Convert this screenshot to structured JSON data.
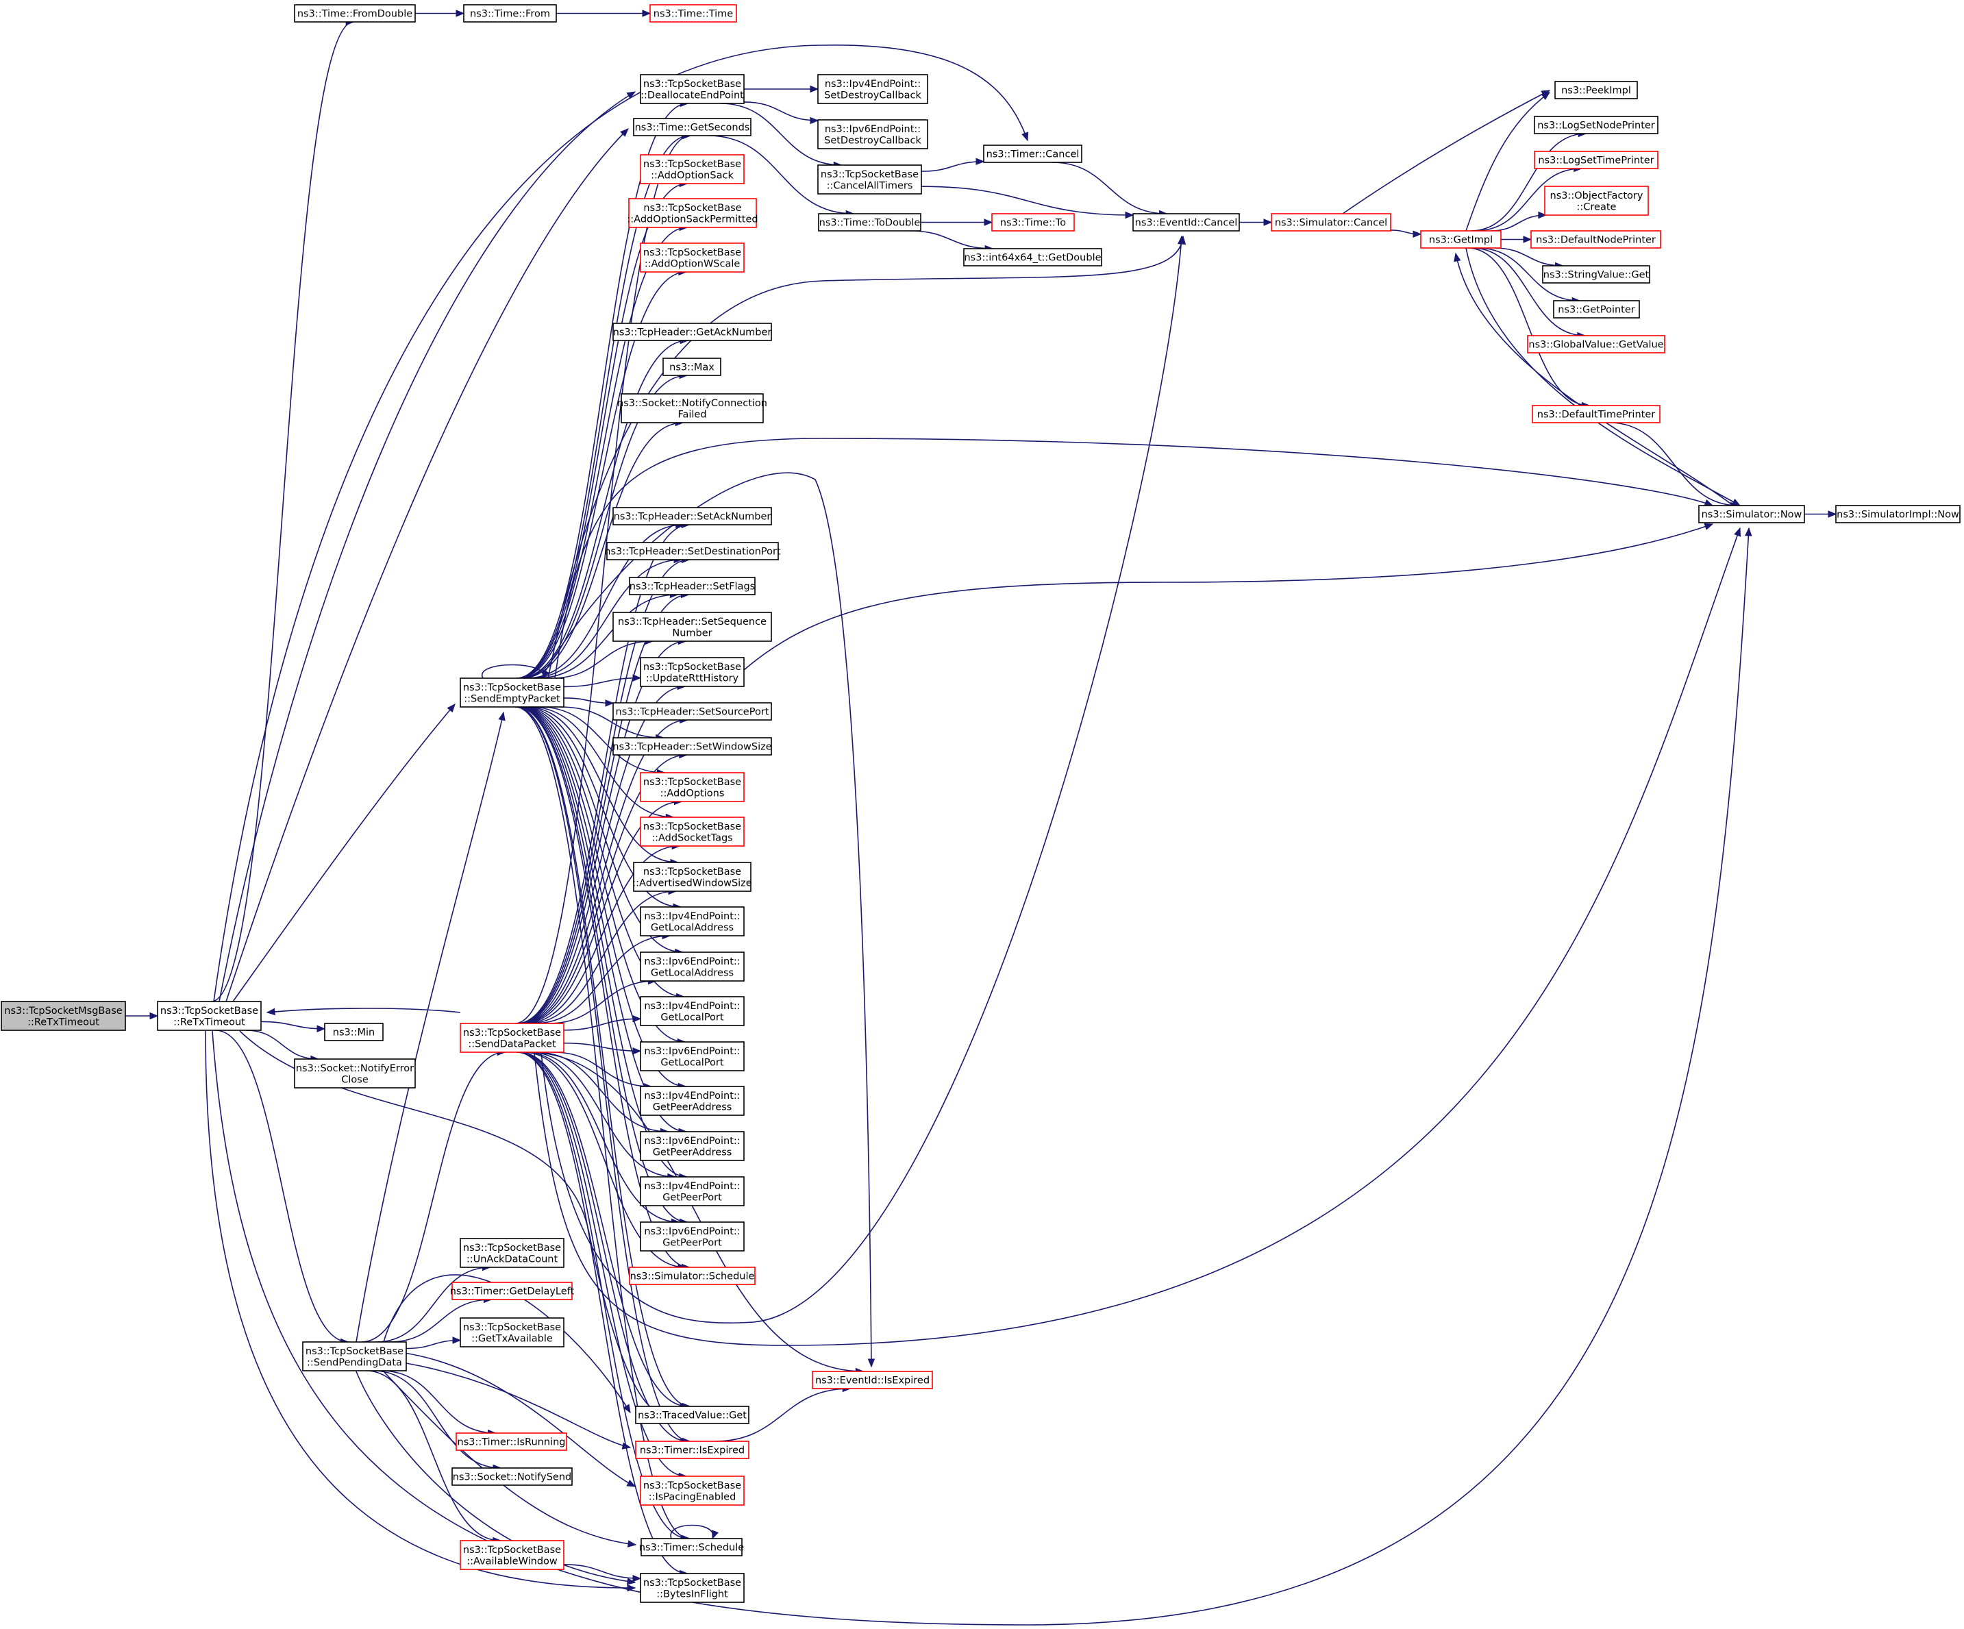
{
  "colors": {
    "edge": "#191970",
    "border_normal": "#000000",
    "border_truncated": "#ff0000",
    "fill_root": "#bfbfbf",
    "fill_normal": "#ffffff"
  },
  "nodes": [
    {
      "id": "root",
      "lines": [
        "ns3::TcpSocketMsgBase",
        "::ReTxTimeout"
      ],
      "style": "root"
    },
    {
      "id": "retx",
      "lines": [
        "ns3::TcpSocketBase",
        "::ReTxTimeout"
      ],
      "style": "normal"
    },
    {
      "id": "fromdouble",
      "lines": [
        "ns3::Time::FromDouble"
      ],
      "style": "normal"
    },
    {
      "id": "from",
      "lines": [
        "ns3::Time::From"
      ],
      "style": "normal"
    },
    {
      "id": "time",
      "lines": [
        "ns3::Time::Time"
      ],
      "style": "truncated"
    },
    {
      "id": "min",
      "lines": [
        "ns3::Min"
      ],
      "style": "normal"
    },
    {
      "id": "notifyerror",
      "lines": [
        "ns3::Socket::NotifyError",
        "Close"
      ],
      "style": "normal"
    },
    {
      "id": "sendempty",
      "lines": [
        "ns3::TcpSocketBase",
        "::SendEmptyPacket"
      ],
      "style": "normal"
    },
    {
      "id": "senddata",
      "lines": [
        "ns3::TcpSocketBase",
        "::SendDataPacket"
      ],
      "style": "truncated"
    },
    {
      "id": "sendpending",
      "lines": [
        "ns3::TcpSocketBase",
        "::SendPendingData"
      ],
      "style": "normal"
    },
    {
      "id": "dealloc",
      "lines": [
        "ns3::TcpSocketBase",
        "::DeallocateEndPoint"
      ],
      "style": "normal"
    },
    {
      "id": "getseconds",
      "lines": [
        "ns3::Time::GetSeconds"
      ],
      "style": "normal"
    },
    {
      "id": "addoptsack",
      "lines": [
        "ns3::TcpSocketBase",
        "::AddOptionSack"
      ],
      "style": "truncated"
    },
    {
      "id": "addoptsackperm",
      "lines": [
        "ns3::TcpSocketBase",
        "::AddOptionSackPermitted"
      ],
      "style": "truncated"
    },
    {
      "id": "addoptwscale",
      "lines": [
        "ns3::TcpSocketBase",
        "::AddOptionWScale"
      ],
      "style": "truncated"
    },
    {
      "id": "getacknum",
      "lines": [
        "ns3::TcpHeader::GetAckNumber"
      ],
      "style": "normal"
    },
    {
      "id": "max",
      "lines": [
        "ns3::Max"
      ],
      "style": "normal"
    },
    {
      "id": "notifyconnfail",
      "lines": [
        "ns3::Socket::NotifyConnection",
        "Failed"
      ],
      "style": "normal"
    },
    {
      "id": "setacknum",
      "lines": [
        "ns3::TcpHeader::SetAckNumber"
      ],
      "style": "normal"
    },
    {
      "id": "setdestport",
      "lines": [
        "ns3::TcpHeader::SetDestinationPort"
      ],
      "style": "normal"
    },
    {
      "id": "setflags",
      "lines": [
        "ns3::TcpHeader::SetFlags"
      ],
      "style": "normal"
    },
    {
      "id": "setseqnum",
      "lines": [
        "ns3::TcpHeader::SetSequence",
        "Number"
      ],
      "style": "normal"
    },
    {
      "id": "updatertt",
      "lines": [
        "ns3::TcpSocketBase",
        "::UpdateRttHistory"
      ],
      "style": "normal"
    },
    {
      "id": "setsrcport",
      "lines": [
        "ns3::TcpHeader::SetSourcePort"
      ],
      "style": "normal"
    },
    {
      "id": "setwinsize",
      "lines": [
        "ns3::TcpHeader::SetWindowSize"
      ],
      "style": "normal"
    },
    {
      "id": "addoptions",
      "lines": [
        "ns3::TcpSocketBase",
        "::AddOptions"
      ],
      "style": "truncated"
    },
    {
      "id": "addsockettags",
      "lines": [
        "ns3::TcpSocketBase",
        "::AddSocketTags"
      ],
      "style": "truncated"
    },
    {
      "id": "advwinsize",
      "lines": [
        "ns3::TcpSocketBase",
        "::AdvertisedWindowSize"
      ],
      "style": "normal"
    },
    {
      "id": "ipv4locaddr",
      "lines": [
        "ns3::Ipv4EndPoint::",
        "GetLocalAddress"
      ],
      "style": "normal"
    },
    {
      "id": "ipv6locaddr",
      "lines": [
        "ns3::Ipv6EndPoint::",
        "GetLocalAddress"
      ],
      "style": "normal"
    },
    {
      "id": "ipv4locport",
      "lines": [
        "ns3::Ipv4EndPoint::",
        "GetLocalPort"
      ],
      "style": "normal"
    },
    {
      "id": "ipv6locport",
      "lines": [
        "ns3::Ipv6EndPoint::",
        "GetLocalPort"
      ],
      "style": "normal"
    },
    {
      "id": "ipv4peeraddr",
      "lines": [
        "ns3::Ipv4EndPoint::",
        "GetPeerAddress"
      ],
      "style": "normal"
    },
    {
      "id": "ipv6peeraddr",
      "lines": [
        "ns3::Ipv6EndPoint::",
        "GetPeerAddress"
      ],
      "style": "normal"
    },
    {
      "id": "ipv4peerport",
      "lines": [
        "ns3::Ipv4EndPoint::",
        "GetPeerPort"
      ],
      "style": "normal"
    },
    {
      "id": "ipv6peerport",
      "lines": [
        "ns3::Ipv6EndPoint::",
        "GetPeerPort"
      ],
      "style": "normal"
    },
    {
      "id": "simschedule",
      "lines": [
        "ns3::Simulator::Schedule"
      ],
      "style": "truncated"
    },
    {
      "id": "unackdata",
      "lines": [
        "ns3::TcpSocketBase",
        "::UnAckDataCount"
      ],
      "style": "normal"
    },
    {
      "id": "getdelayleft",
      "lines": [
        "ns3::Timer::GetDelayLeft"
      ],
      "style": "truncated"
    },
    {
      "id": "gettxavail",
      "lines": [
        "ns3::TcpSocketBase",
        "::GetTxAvailable"
      ],
      "style": "normal"
    },
    {
      "id": "evisexpired",
      "lines": [
        "ns3::EventId::IsExpired"
      ],
      "style": "truncated"
    },
    {
      "id": "tracedget",
      "lines": [
        "ns3::TracedValue::Get"
      ],
      "style": "normal"
    },
    {
      "id": "timerisexpired",
      "lines": [
        "ns3::Timer::IsExpired"
      ],
      "style": "truncated"
    },
    {
      "id": "timerisrunning",
      "lines": [
        "ns3::Timer::IsRunning"
      ],
      "style": "truncated"
    },
    {
      "id": "ispacing",
      "lines": [
        "ns3::TcpSocketBase",
        "::IsPacingEnabled"
      ],
      "style": "truncated"
    },
    {
      "id": "notifysend",
      "lines": [
        "ns3::Socket::NotifySend"
      ],
      "style": "normal"
    },
    {
      "id": "timerschedule",
      "lines": [
        "ns3::Timer::Schedule"
      ],
      "style": "normal"
    },
    {
      "id": "availwin",
      "lines": [
        "ns3::TcpSocketBase",
        "::AvailableWindow"
      ],
      "style": "truncated"
    },
    {
      "id": "bytesinflight",
      "lines": [
        "ns3::TcpSocketBase",
        "::BytesInFlight"
      ],
      "style": "normal"
    },
    {
      "id": "ipv4setdestroy",
      "lines": [
        "ns3::Ipv4EndPoint::",
        "SetDestroyCallback"
      ],
      "style": "normal"
    },
    {
      "id": "ipv6setdestroy",
      "lines": [
        "ns3::Ipv6EndPoint::",
        "SetDestroyCallback"
      ],
      "style": "normal"
    },
    {
      "id": "cancelall",
      "lines": [
        "ns3::TcpSocketBase",
        "::CancelAllTimers"
      ],
      "style": "normal"
    },
    {
      "id": "todouble",
      "lines": [
        "ns3::Time::ToDouble"
      ],
      "style": "normal"
    },
    {
      "id": "timeto",
      "lines": [
        "ns3::Time::To"
      ],
      "style": "truncated"
    },
    {
      "id": "int64getdouble",
      "lines": [
        "ns3::int64x64_t::GetDouble"
      ],
      "style": "normal"
    },
    {
      "id": "timercancel",
      "lines": [
        "ns3::Timer::Cancel"
      ],
      "style": "normal"
    },
    {
      "id": "eventcancel",
      "lines": [
        "ns3::EventId::Cancel"
      ],
      "style": "normal"
    },
    {
      "id": "simcancel",
      "lines": [
        "ns3::Simulator::Cancel"
      ],
      "style": "truncated"
    },
    {
      "id": "getimpl",
      "lines": [
        "ns3::GetImpl"
      ],
      "style": "truncated"
    },
    {
      "id": "peekimpl",
      "lines": [
        "ns3::PeekImpl"
      ],
      "style": "normal"
    },
    {
      "id": "logsetnode",
      "lines": [
        "ns3::LogSetNodePrinter"
      ],
      "style": "normal"
    },
    {
      "id": "logsettime",
      "lines": [
        "ns3::LogSetTimePrinter"
      ],
      "style": "truncated"
    },
    {
      "id": "objfactory",
      "lines": [
        "ns3::ObjectFactory",
        "::Create"
      ],
      "style": "truncated"
    },
    {
      "id": "defnodeprinter",
      "lines": [
        "ns3::DefaultNodePrinter"
      ],
      "style": "truncated"
    },
    {
      "id": "stringvalget",
      "lines": [
        "ns3::StringValue::Get"
      ],
      "style": "normal"
    },
    {
      "id": "getpointer",
      "lines": [
        "ns3::GetPointer"
      ],
      "style": "normal"
    },
    {
      "id": "globalvalget",
      "lines": [
        "ns3::GlobalValue::GetValue"
      ],
      "style": "truncated"
    },
    {
      "id": "deftimeprinter",
      "lines": [
        "ns3::DefaultTimePrinter"
      ],
      "style": "truncated"
    },
    {
      "id": "simnow",
      "lines": [
        "ns3::Simulator::Now"
      ],
      "style": "normal"
    },
    {
      "id": "simimplnow",
      "lines": [
        "ns3::SimulatorImpl::Now"
      ],
      "style": "normal"
    }
  ],
  "edges": [
    [
      "root",
      "retx"
    ],
    [
      "retx",
      "fromdouble"
    ],
    [
      "retx",
      "min"
    ],
    [
      "retx",
      "notifyerror"
    ],
    [
      "retx",
      "sendempty"
    ],
    [
      "retx",
      "sendpending"
    ],
    [
      "retx",
      "dealloc"
    ],
    [
      "retx",
      "getseconds"
    ],
    [
      "retx",
      "timercancel"
    ],
    [
      "retx",
      "simnow"
    ],
    [
      "retx",
      "bytesinflight"
    ],
    [
      "retx",
      "tracedget"
    ],
    [
      "fromdouble",
      "from"
    ],
    [
      "from",
      "time"
    ],
    [
      "sendempty",
      "sendempty"
    ],
    [
      "sendempty",
      "dealloc"
    ],
    [
      "sendempty",
      "getseconds"
    ],
    [
      "sendempty",
      "addoptsack"
    ],
    [
      "sendempty",
      "addoptsackperm"
    ],
    [
      "sendempty",
      "addoptwscale"
    ],
    [
      "sendempty",
      "getacknum"
    ],
    [
      "sendempty",
      "max"
    ],
    [
      "sendempty",
      "notifyconnfail"
    ],
    [
      "sendempty",
      "setacknum"
    ],
    [
      "sendempty",
      "setdestport"
    ],
    [
      "sendempty",
      "setflags"
    ],
    [
      "sendempty",
      "setseqnum"
    ],
    [
      "sendempty",
      "updatertt"
    ],
    [
      "sendempty",
      "setsrcport"
    ],
    [
      "sendempty",
      "setwinsize"
    ],
    [
      "sendempty",
      "addoptions"
    ],
    [
      "sendempty",
      "addsockettags"
    ],
    [
      "sendempty",
      "advwinsize"
    ],
    [
      "sendempty",
      "ipv4locaddr"
    ],
    [
      "sendempty",
      "ipv6locaddr"
    ],
    [
      "sendempty",
      "ipv4locport"
    ],
    [
      "sendempty",
      "ipv6locport"
    ],
    [
      "sendempty",
      "ipv4peeraddr"
    ],
    [
      "sendempty",
      "ipv6peeraddr"
    ],
    [
      "sendempty",
      "ipv4peerport"
    ],
    [
      "sendempty",
      "ipv6peerport"
    ],
    [
      "sendempty",
      "simschedule"
    ],
    [
      "sendempty",
      "tracedget"
    ],
    [
      "sendempty",
      "timerisexpired"
    ],
    [
      "sendempty",
      "timerschedule"
    ],
    [
      "sendempty",
      "eventcancel"
    ],
    [
      "sendempty",
      "simnow"
    ],
    [
      "sendempty",
      "evisexpired"
    ],
    [
      "senddata",
      "retx"
    ],
    [
      "senddata",
      "getseconds"
    ],
    [
      "senddata",
      "setacknum"
    ],
    [
      "senddata",
      "setdestport"
    ],
    [
      "senddata",
      "setflags"
    ],
    [
      "senddata",
      "setseqnum"
    ],
    [
      "senddata",
      "updatertt"
    ],
    [
      "senddata",
      "setsrcport"
    ],
    [
      "senddata",
      "setwinsize"
    ],
    [
      "senddata",
      "addoptions"
    ],
    [
      "senddata",
      "addsockettags"
    ],
    [
      "senddata",
      "advwinsize"
    ],
    [
      "senddata",
      "ipv4locaddr"
    ],
    [
      "senddata",
      "ipv6locaddr"
    ],
    [
      "senddata",
      "ipv4locport"
    ],
    [
      "senddata",
      "ipv6locport"
    ],
    [
      "senddata",
      "ipv4peeraddr"
    ],
    [
      "senddata",
      "ipv6peeraddr"
    ],
    [
      "senddata",
      "ipv4peerport"
    ],
    [
      "senddata",
      "ipv6peerport"
    ],
    [
      "senddata",
      "simschedule"
    ],
    [
      "senddata",
      "tracedget"
    ],
    [
      "senddata",
      "timerisexpired"
    ],
    [
      "senddata",
      "evisexpired"
    ],
    [
      "senddata",
      "simnow"
    ],
    [
      "senddata",
      "eventcancel"
    ],
    [
      "senddata",
      "ispacing"
    ],
    [
      "senddata",
      "timerschedule"
    ],
    [
      "senddata",
      "bytesinflight"
    ],
    [
      "sendpending",
      "senddata"
    ],
    [
      "sendpending",
      "unackdata"
    ],
    [
      "sendpending",
      "getdelayleft"
    ],
    [
      "sendpending",
      "gettxavail"
    ],
    [
      "sendpending",
      "timerisrunning"
    ],
    [
      "sendpending",
      "notifysend"
    ],
    [
      "sendpending",
      "availwin"
    ],
    [
      "sendpending",
      "timerschedule"
    ],
    [
      "sendpending",
      "ispacing"
    ],
    [
      "sendpending",
      "bytesinflight"
    ],
    [
      "sendpending",
      "tracedget"
    ],
    [
      "sendpending",
      "timerisexpired"
    ],
    [
      "sendpending",
      "sendempty"
    ],
    [
      "availwin",
      "bytesinflight"
    ],
    [
      "timerschedule",
      "timerschedule"
    ],
    [
      "timerisexpired",
      "evisexpired"
    ],
    [
      "dealloc",
      "ipv4setdestroy"
    ],
    [
      "dealloc",
      "ipv6setdestroy"
    ],
    [
      "dealloc",
      "cancelall"
    ],
    [
      "getseconds",
      "todouble"
    ],
    [
      "todouble",
      "timeto"
    ],
    [
      "todouble",
      "int64getdouble"
    ],
    [
      "cancelall",
      "timercancel"
    ],
    [
      "cancelall",
      "eventcancel"
    ],
    [
      "timercancel",
      "eventcancel"
    ],
    [
      "eventcancel",
      "simcancel"
    ],
    [
      "simcancel",
      "getimpl"
    ],
    [
      "simcancel",
      "peekimpl"
    ],
    [
      "getimpl",
      "peekimpl"
    ],
    [
      "getimpl",
      "logsetnode"
    ],
    [
      "getimpl",
      "logsettime"
    ],
    [
      "getimpl",
      "objfactory"
    ],
    [
      "getimpl",
      "defnodeprinter"
    ],
    [
      "getimpl",
      "stringvalget"
    ],
    [
      "getimpl",
      "getpointer"
    ],
    [
      "getimpl",
      "globalvalget"
    ],
    [
      "getimpl",
      "deftimeprinter"
    ],
    [
      "getimpl",
      "simnow"
    ],
    [
      "deftimeprinter",
      "simnow"
    ],
    [
      "updatertt",
      "simnow"
    ],
    [
      "simnow",
      "getimpl"
    ],
    [
      "simnow",
      "simimplnow"
    ]
  ]
}
